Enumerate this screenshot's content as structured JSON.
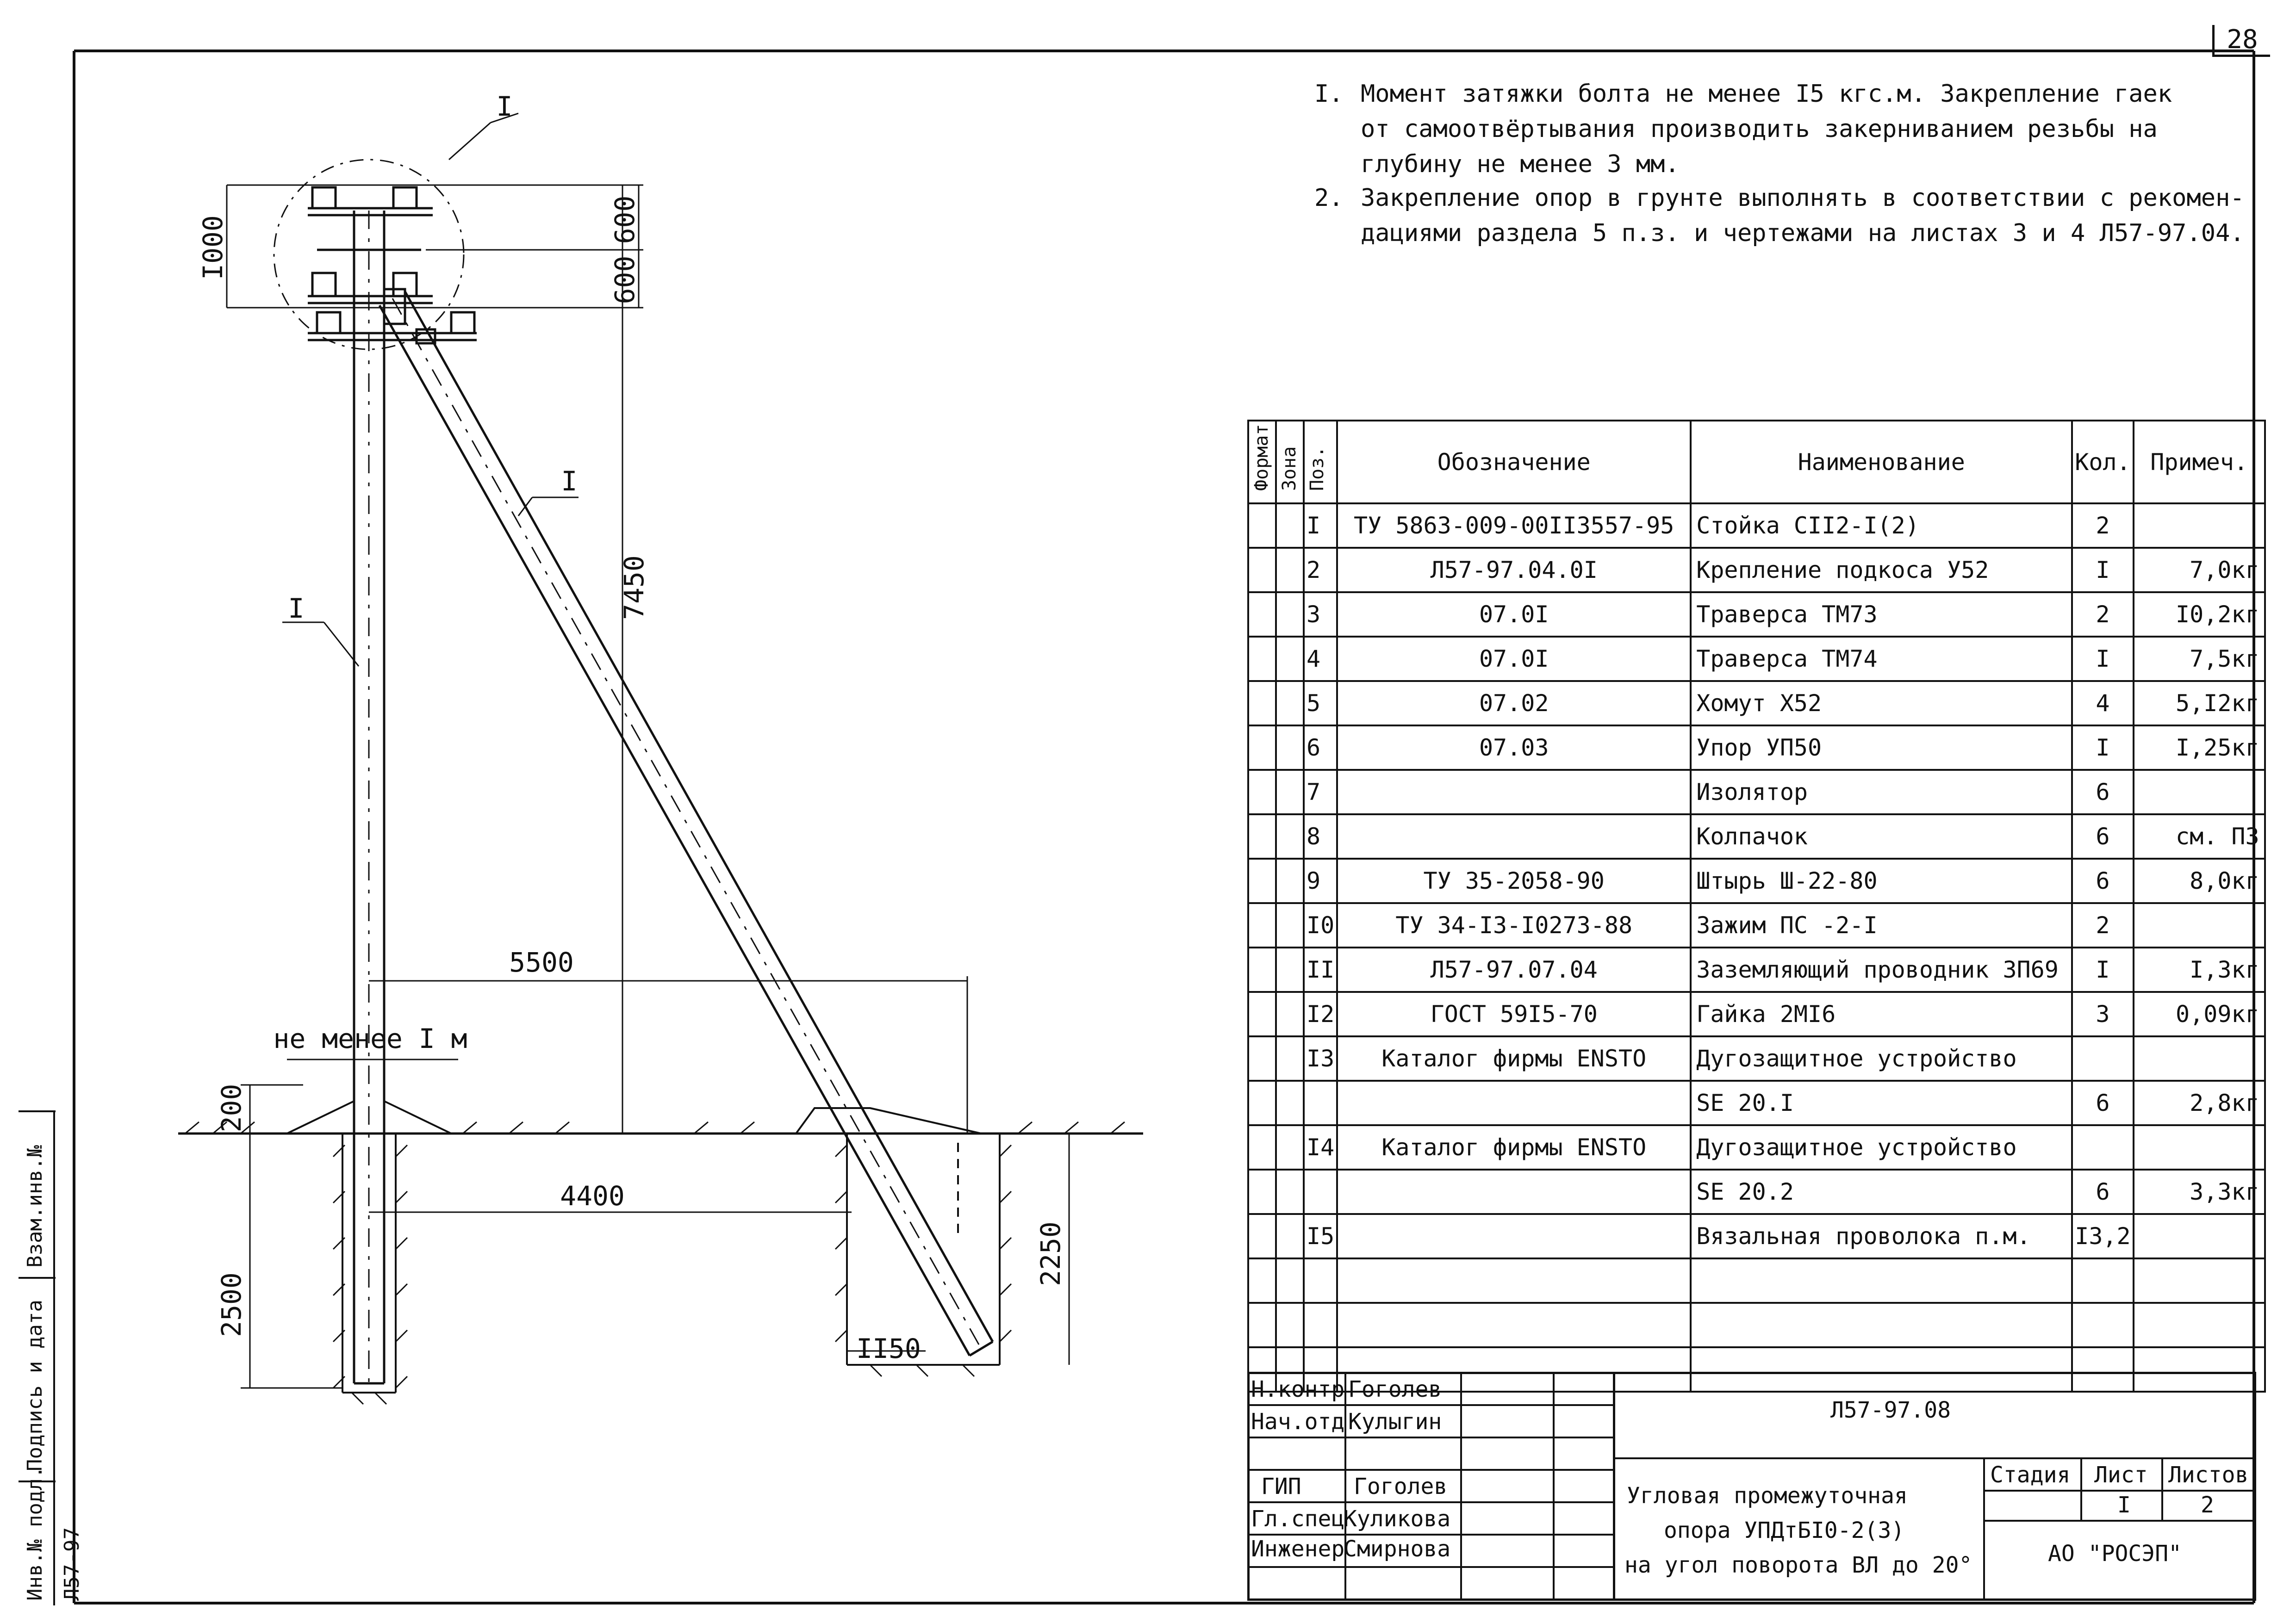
{
  "sheet_number": "28",
  "notes": [
    {
      "num": "I.",
      "lines": [
        "Момент затяжки болта не менее I5 кгс.м. Закрепление гаек",
        "от самоотвёртывания производить закерниванием резьбы на",
        "глубину не менее 3 мм."
      ]
    },
    {
      "num": "2.",
      "lines": [
        "Закрепление опор в грунте выполнять в соответствии с рекомен-",
        "дациями раздела 5 п.з. и чертежами на листах 3 и 4 Л57-97.04."
      ]
    }
  ],
  "drawing": {
    "callout_top": "I",
    "label_pole": "I",
    "label_strut": "I",
    "dim_1000": "I000",
    "dim_600a": "600",
    "dim_600b": "600",
    "dim_7450": "7450",
    "dim_5500": "5500",
    "dim_4400": "4400",
    "dim_200": "200",
    "dim_2500": "2500",
    "dim_2250": "2250",
    "dim_1150": "II50",
    "min_distance": "не менее I м"
  },
  "spec_table": {
    "headers": {
      "format": "Формат",
      "zone": "Зона",
      "pos": "Поз.",
      "designation": "Обозначение",
      "name": "Наименование",
      "qty": "Кол.",
      "note": "Примеч."
    },
    "rows": [
      {
        "pos": "I",
        "designation": "ТУ 5863-009-00II3557-95",
        "name": "Стойка СII2-I(2)",
        "qty": "2",
        "note": ""
      },
      {
        "pos": "2",
        "designation": "Л57-97.04.0I",
        "name": "Крепление подкоса У52",
        "qty": "I",
        "note": "7,0кг"
      },
      {
        "pos": "3",
        "designation": "07.0I",
        "name": "Траверса ТМ73",
        "qty": "2",
        "note": "I0,2кг"
      },
      {
        "pos": "4",
        "designation": "07.0I",
        "name": "Траверса ТМ74",
        "qty": "I",
        "note": "7,5кг"
      },
      {
        "pos": "5",
        "designation": "07.02",
        "name": "Хомут Х52",
        "qty": "4",
        "note": "5,I2кг"
      },
      {
        "pos": "6",
        "designation": "07.03",
        "name": "Упор УП50",
        "qty": "I",
        "note": "I,25кг"
      },
      {
        "pos": "7",
        "designation": "",
        "name": "Изолятор",
        "qty": "6",
        "note": ""
      },
      {
        "pos": "8",
        "designation": "",
        "name": "Колпачок",
        "qty": "6",
        "note": "см. ПЗ"
      },
      {
        "pos": "9",
        "designation": "ТУ 35-2058-90",
        "name": "Штырь Ш-22-80",
        "qty": "6",
        "note": "8,0кг"
      },
      {
        "pos": "I0",
        "designation": "ТУ 34-I3-I0273-88",
        "name": "Зажим ПС -2-I",
        "qty": "2",
        "note": ""
      },
      {
        "pos": "II",
        "designation": "Л57-97.07.04",
        "name": "Заземляющий проводник ЗП69",
        "qty": "I",
        "note": "I,3кг"
      },
      {
        "pos": "I2",
        "designation": "ГОСТ 59I5-70",
        "name": "Гайка 2МI6",
        "qty": "3",
        "note": "0,09кг"
      },
      {
        "pos": "I3",
        "designation": "Каталог фирмы ENSTO",
        "name": "Дугозащитное устройство",
        "qty": "",
        "note": ""
      },
      {
        "pos": "",
        "designation": "",
        "name": "SE 20.I",
        "qty": "6",
        "note": "2,8кг"
      },
      {
        "pos": "I4",
        "designation": "Каталог фирмы ENSTO",
        "name": "Дугозащитное устройство",
        "qty": "",
        "note": ""
      },
      {
        "pos": "",
        "designation": "",
        "name": "SE 20.2",
        "qty": "6",
        "note": "3,3кг"
      },
      {
        "pos": "I5",
        "designation": "",
        "name": "Вязальная проволока п.м.",
        "qty": "I3,2",
        "note": ""
      },
      {
        "pos": "",
        "designation": "",
        "name": "",
        "qty": "",
        "note": ""
      },
      {
        "pos": "",
        "designation": "",
        "name": "",
        "qty": "",
        "note": ""
      },
      {
        "pos": "",
        "designation": "",
        "name": "",
        "qty": "",
        "note": ""
      }
    ]
  },
  "title_block": {
    "doc_code": "Л57-97.08",
    "roles": [
      {
        "role": "Н.контр",
        "name": "Гоголев"
      },
      {
        "role": "Нач.отд",
        "name": "Кулыгин"
      },
      {
        "role": "ГИП",
        "name": "Гоголев"
      },
      {
        "role": "Гл.спец",
        "name": "Куликова"
      },
      {
        "role": "Инженер",
        "name": "Смирнова"
      }
    ],
    "title_lines": [
      "Угловая промежуточная",
      "опора УПДтБI0-2(3)",
      "на угол поворота ВЛ до 20°"
    ],
    "stage_label": "Стадия",
    "sheet_label": "Лист",
    "sheets_label": "Листов",
    "sheet_value": "I",
    "sheets_value": "2",
    "organization": "АО \"РОСЭП\""
  },
  "side_stamp": {
    "inv_label": "Инв.№ подл.",
    "sign_label": "Подпись и дата",
    "replace_label": "Взам.инв.№",
    "code": "Л57-97"
  }
}
